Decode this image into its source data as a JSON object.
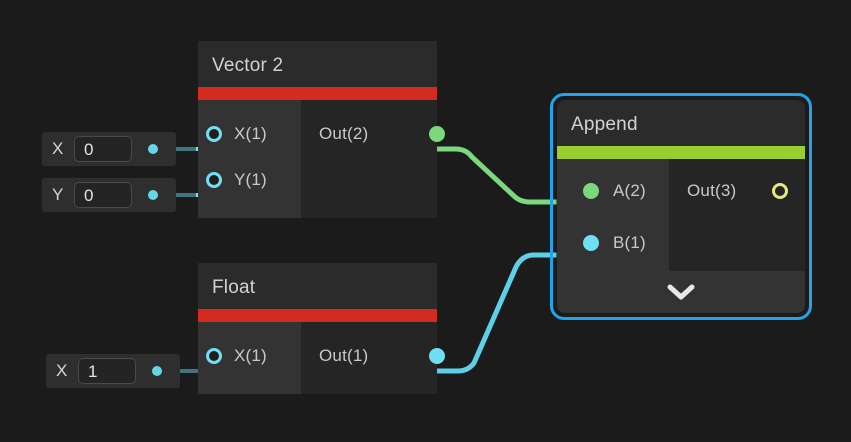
{
  "canvas": {
    "background": "#1b1b1b",
    "name": "shader-node-graph"
  },
  "widgets": [
    {
      "id": "vector2-x",
      "label": "X",
      "value": "0",
      "dot_color": "#63d6e8"
    },
    {
      "id": "vector2-y",
      "label": "Y",
      "value": "0",
      "dot_color": "#63d6e8"
    },
    {
      "id": "float-x",
      "label": "X",
      "value": "1",
      "dot_color": "#63d6e8"
    }
  ],
  "nodes": [
    {
      "id": "vector2",
      "title": "Vector 2",
      "accent_color": "#d32b20",
      "selected": false,
      "inputs": [
        {
          "label": "X(1)",
          "port_color": "#6fdff2",
          "connected": true
        },
        {
          "label": "Y(1)",
          "port_color": "#6fdff2",
          "connected": true
        }
      ],
      "outputs": [
        {
          "label": "Out(2)",
          "port_color": "#7cd87c",
          "connected": true
        }
      ]
    },
    {
      "id": "float",
      "title": "Float",
      "accent_color": "#d32b20",
      "selected": false,
      "inputs": [
        {
          "label": "X(1)",
          "port_color": "#6fdff2",
          "connected": true
        }
      ],
      "outputs": [
        {
          "label": "Out(1)",
          "port_color": "#6fdff2",
          "connected": true
        }
      ]
    },
    {
      "id": "append",
      "title": "Append",
      "accent_color": "#9acd32",
      "selected": true,
      "selection_color": "#21a4e8",
      "inputs": [
        {
          "label": "A(2)",
          "port_color": "#7cd87c",
          "connected": true
        },
        {
          "label": "B(1)",
          "port_color": "#6fdff2",
          "connected": true
        }
      ],
      "outputs": [
        {
          "label": "Out(3)",
          "port_color": "#e8e87a",
          "connected": false
        }
      ],
      "collapse_icon": "chevron-down-icon"
    }
  ],
  "connections": [
    {
      "id": "vector2-out-to-append-a",
      "from": "vector2.Out(2)",
      "to": "append.A(2)",
      "color": "#7cd87c"
    },
    {
      "id": "float-out-to-append-b",
      "from": "float.Out(1)",
      "to": "append.B(1)",
      "color": "#5ecfe8"
    },
    {
      "id": "widget-vector2-x-to-port",
      "from": "vector2-x",
      "to": "vector2.X(1)",
      "color": "#7ddcec"
    },
    {
      "id": "widget-vector2-y-to-port",
      "from": "vector2-y",
      "to": "vector2.Y(1)",
      "color": "#7ddcec"
    },
    {
      "id": "widget-float-x-to-port",
      "from": "float-x",
      "to": "float.X(1)",
      "color": "#7ddcec"
    }
  ]
}
